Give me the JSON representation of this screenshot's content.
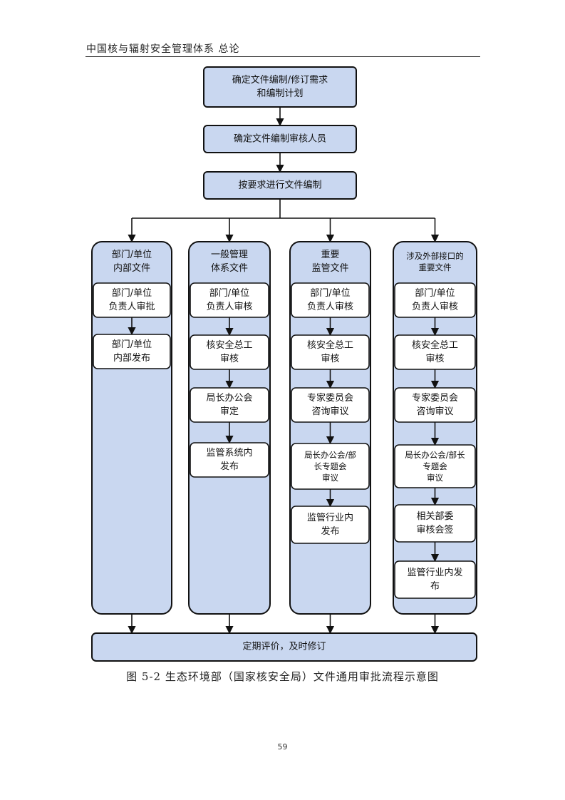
{
  "header": {
    "text": "中国核与辐射安全管理体系 总论"
  },
  "diagram": {
    "top_steps": [
      {
        "lines": [
          "确定文件编制/修订需求",
          "和编制计划"
        ]
      },
      {
        "lines": [
          "确定文件编制审核人员"
        ]
      },
      {
        "lines": [
          "按要求进行文件编制"
        ]
      }
    ],
    "columns": [
      {
        "title": [
          "部门/单位",
          "内部文件"
        ],
        "steps": [
          [
            "部门/单位",
            "负责人审批"
          ],
          [
            "部门/单位",
            "内部发布"
          ]
        ]
      },
      {
        "title": [
          "一般管理",
          "体系文件"
        ],
        "steps": [
          [
            "部门/单位",
            "负责人审核"
          ],
          [
            "核安全总工",
            "审核"
          ],
          [
            "局长办公会",
            "审定"
          ],
          [
            "监管系统内",
            "发布"
          ]
        ]
      },
      {
        "title": [
          "重要",
          "监管文件"
        ],
        "steps": [
          [
            "部门/单位",
            "负责人审核"
          ],
          [
            "核安全总工",
            "审核"
          ],
          [
            "专家委员会",
            "咨询审议"
          ],
          [
            "局长办公会/部",
            "长专题会",
            "审议"
          ],
          [
            "监管行业内",
            "发布"
          ]
        ]
      },
      {
        "title": [
          "涉及外部接口的",
          "重要文件"
        ],
        "steps": [
          [
            "部门/单位",
            "负责人审核"
          ],
          [
            "核安全总工",
            "审核"
          ],
          [
            "专家委员会",
            "咨询审议"
          ],
          [
            "局长办公会/部长",
            "专题会",
            "审议"
          ],
          [
            "相关部委",
            "审核会签"
          ],
          [
            "监管行业内发",
            "布"
          ]
        ]
      }
    ],
    "final_step": {
      "lines": [
        "定期评价，及时修订"
      ]
    },
    "colors": {
      "box_fill": "#c9d7f0",
      "column_fill": "#c9d7f0",
      "step_fill": "#ffffff",
      "stroke": "#111111"
    }
  },
  "caption": {
    "text": "图 5-2 生态环境部（国家核安全局）文件通用审批流程示意图"
  },
  "page_number": {
    "text": "59"
  }
}
